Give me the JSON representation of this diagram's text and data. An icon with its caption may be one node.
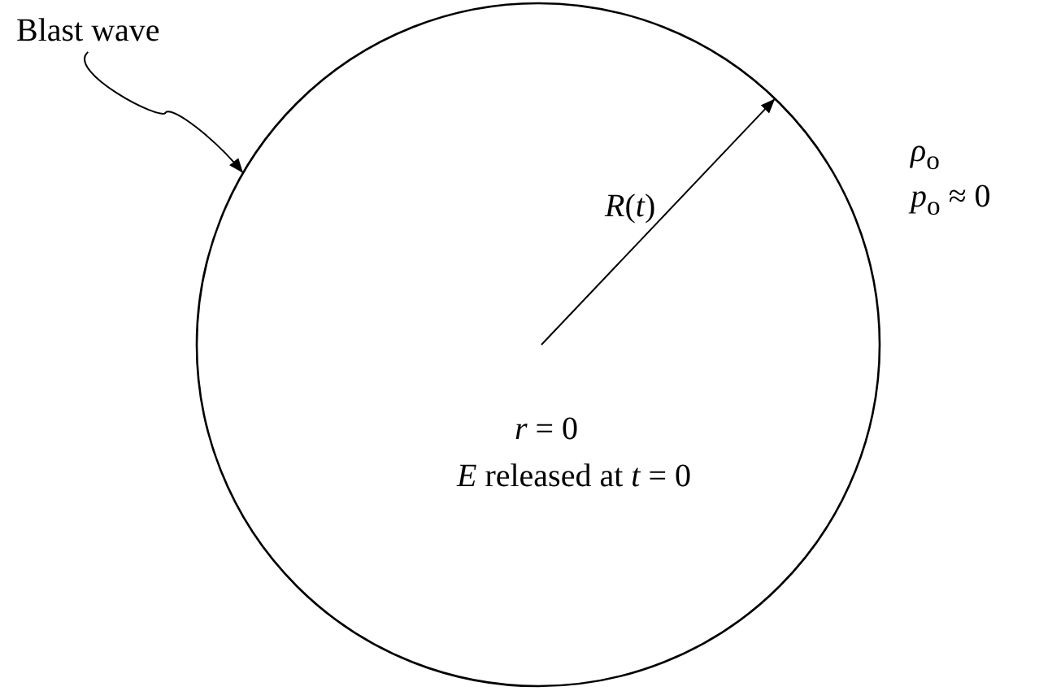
{
  "diagram": {
    "nodes": [
      {
        "text": [
          "Blast wave"
        ]
      },
      {
        "text": [
          "*r* = 0",
          "*E* released at *t* = 0"
        ]
      }
    ],
    "edges": [
      {
        "from": 0,
        "to": 1,
        "arrow": "to"
      }
    ],
    "labels": [
      "*R*(*t*)",
      "*ρ*$_{o}$",
      "*p*$_{o}$ ≈ 0"
    ]
  }
}
